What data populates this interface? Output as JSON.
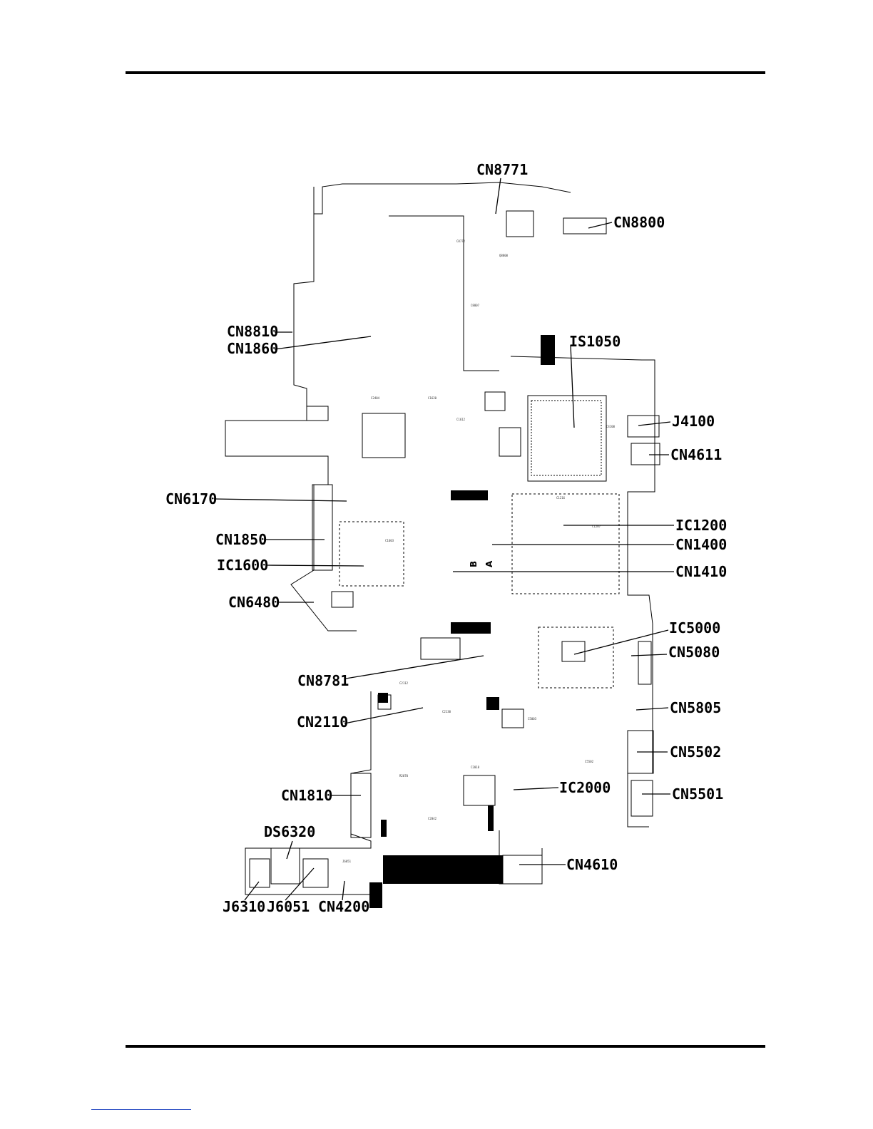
{
  "labels": {
    "cn8771": "CN8771",
    "cn8800": "CN8800",
    "cn8810": "CN8810",
    "cn1860": "CN1860",
    "is1050": "IS1050",
    "j4100": "J4100",
    "cn4611": "CN4611",
    "cn6170": "CN6170",
    "cn1850": "CN1850",
    "ic1600": "IC1600",
    "cn6480": "CN6480",
    "ic1200": "IC1200",
    "cn1400": "CN1400",
    "cn1410": "CN1410",
    "ic5000": "IC5000",
    "cn5080": "CN5080",
    "cn8781": "CN8781",
    "cn2110": "CN2110",
    "cn5805": "CN5805",
    "cn5502": "CN5502",
    "cn1810": "CN1810",
    "ic2000": "IC2000",
    "cn5501": "CN5501",
    "ds6320": "DS6320",
    "cn4610": "CN4610",
    "j6310": "J6310",
    "j6051": "J6051",
    "cn4200": "CN4200"
  },
  "side_marks": {
    "b": "B",
    "a": "A"
  }
}
